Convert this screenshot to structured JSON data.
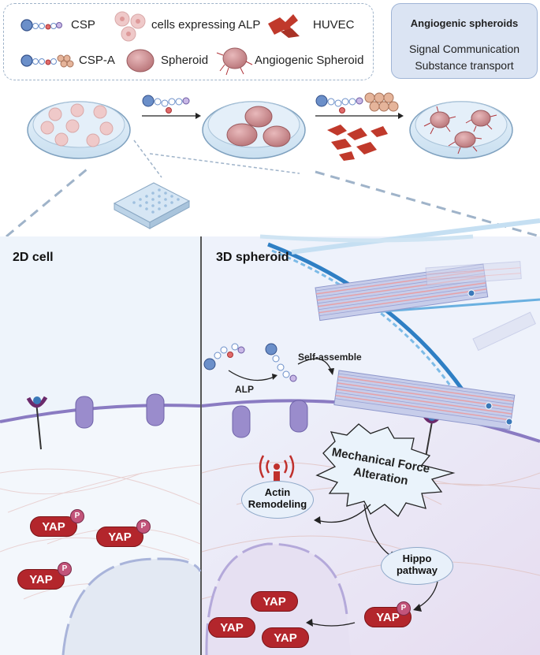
{
  "legend": {
    "csp": "CSP",
    "alp_cells": "cells expressing ALP",
    "huvec": "HUVEC",
    "csp_a": "CSP-A",
    "spheroid": "Spheroid",
    "angiogenic_spheroid": "Angiogenic Spheroid"
  },
  "callout": {
    "title": "Angiogenic spheroids",
    "line1": "Signal Communication",
    "line2": "Substance transport"
  },
  "panels": {
    "left_title": "2D cell",
    "right_title": "3D spheroid"
  },
  "labels": {
    "alp": "ALP",
    "self_assemble": "Self-assemble",
    "mechanical_line1": "Mechanical Force",
    "mechanical_line2": "Alteration",
    "actin_line1": "Actin",
    "actin_line2": "Remodeling",
    "hippo_line1": "Hippo",
    "hippo_line2": "pathway",
    "yap": "YAP",
    "p": "P"
  },
  "colors": {
    "yap_red": "#b3262c",
    "receptor_purple": "#8a7bc2",
    "fiber_blue": "#3b8fd0",
    "spheroid_pink": "#d9a0a3",
    "huvec_red": "#c0392b"
  }
}
